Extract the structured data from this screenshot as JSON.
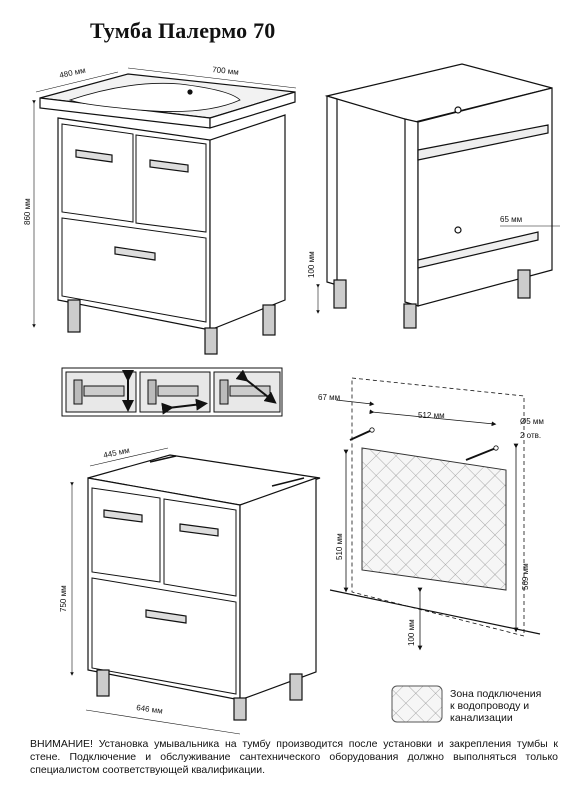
{
  "title": "Тумба Палермо 70",
  "dims": {
    "depth_top": "480 мм",
    "width_top": "700 мм",
    "height_total": "860 мм",
    "frame_offset": "65 мм",
    "leg_height": "100 мм",
    "depth_back": "445 мм",
    "width_body": "646 мм",
    "height_body": "750 мм",
    "side_offset": "67 мм",
    "hole_spacing": "512 мм",
    "hole_diameter": "Ø5 мм",
    "hole_count": "2 отв.",
    "zone_height": "510 мм",
    "zone_top": "569 мм",
    "zone_bottom": "100 мм"
  },
  "legend": {
    "line1": "Зона подключения",
    "line2": "к водопроводу и",
    "line3": "канализации"
  },
  "warning": "ВНИМАНИЕ! Установка умывальника на тумбу производится после установки и закрепления тумбы к стене. Подключение и обслуживание сантехнического оборудования должно выполняться только специалистом соответствующей квалификации.",
  "icons": [
    "hinge-adjust-vertical-icon",
    "hinge-adjust-horizontal-icon",
    "hinge-adjust-depth-icon"
  ]
}
